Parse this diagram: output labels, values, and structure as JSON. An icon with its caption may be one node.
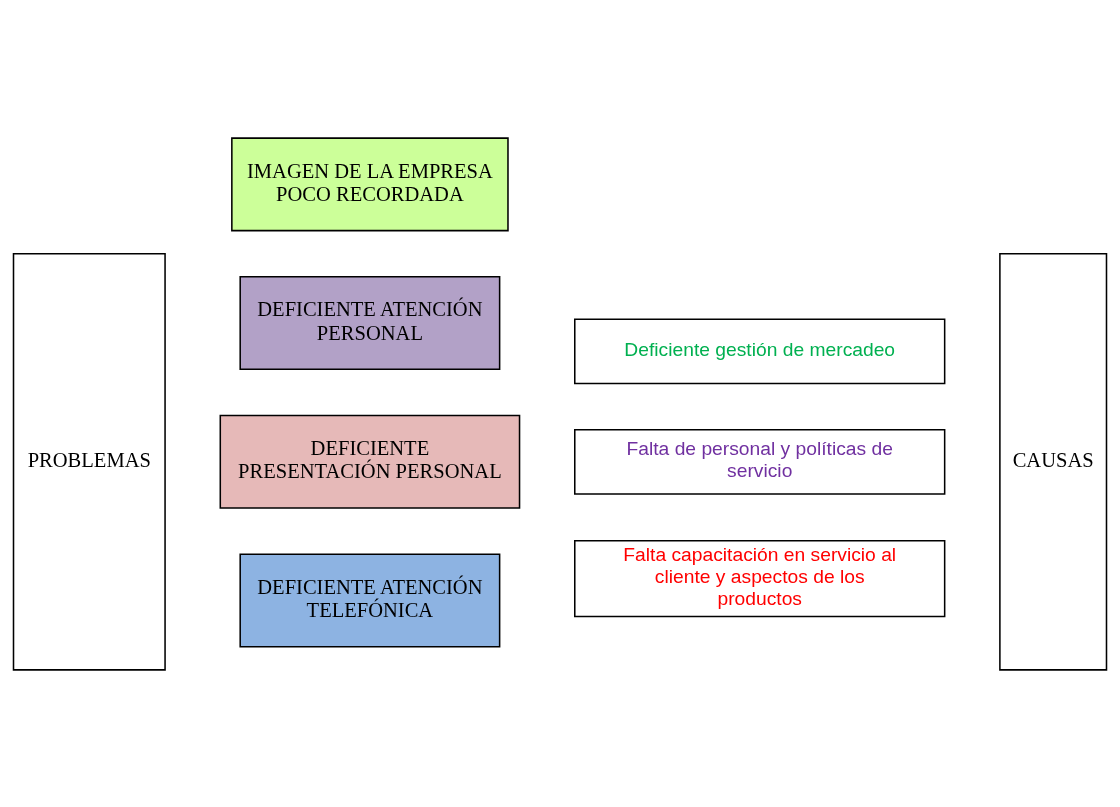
{
  "diagram": {
    "nodes": [
      {
        "text": [
          "PROBLEMAS"
        ]
      },
      {
        "text": [
          "IMAGEN DE LA EMPRESA POCO RECORDADA"
        ]
      },
      {
        "text": [
          "DEFICIENTE ATENCIÓN PERSONAL"
        ]
      },
      {
        "text": [
          "DEFICIENTE PRESENTACIÓN PERSONAL"
        ]
      },
      {
        "text": [
          "DEFICIENTE ATENCIÓN TELEFÓNICA"
        ]
      },
      {
        "text": [
          "Deficiente gestión de mercadeo"
        ]
      },
      {
        "text": [
          "Falta de personal y políticas de servicio"
        ]
      },
      {
        "text": [
          "Falta capacitación en servicio al cliente y aspectos de los productos"
        ]
      },
      {
        "text": [
          "CAUSAS"
        ]
      }
    ]
  }
}
